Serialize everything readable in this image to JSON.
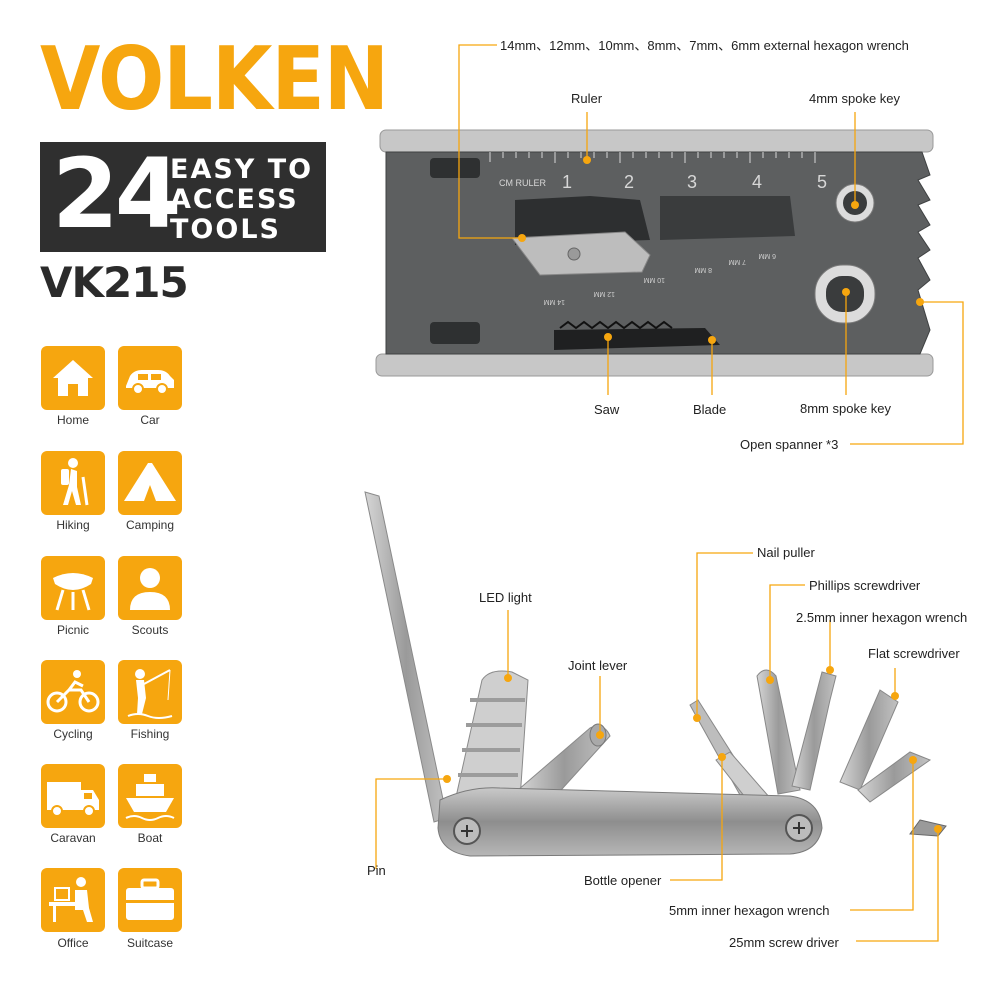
{
  "brand": "VOLKEN",
  "banner": {
    "count": "24",
    "line1": "EASY TO",
    "line2": "ACCESS",
    "line3": "TOOLS"
  },
  "model": "VK215",
  "accent_color": "#f6a60f",
  "uses": [
    {
      "label": "Home",
      "icon": "home-icon"
    },
    {
      "label": "Car",
      "icon": "car-icon"
    },
    {
      "label": "Hiking",
      "icon": "hiking-icon"
    },
    {
      "label": "Camping",
      "icon": "tent-icon"
    },
    {
      "label": "Picnic",
      "icon": "grill-icon"
    },
    {
      "label": "Scouts",
      "icon": "person-icon"
    },
    {
      "label": "Cycling",
      "icon": "cyclist-icon"
    },
    {
      "label": "Fishing",
      "icon": "fisherman-icon"
    },
    {
      "label": "Caravan",
      "icon": "van-icon"
    },
    {
      "label": "Boat",
      "icon": "ship-icon"
    },
    {
      "label": "Office",
      "icon": "office-desk-icon"
    },
    {
      "label": "Suitcase",
      "icon": "suitcase-icon"
    }
  ],
  "ruler_text": "CM RULER",
  "ruler_numbers": [
    "1",
    "2",
    "3",
    "4",
    "5"
  ],
  "wrench_marks": [
    "14 MM",
    "12 MM",
    "10 MM",
    "8 MM",
    "7 MM",
    "6 MM"
  ],
  "callouts": {
    "hex_wrench": "14mm、12mm、10mm、8mm、7mm、6mm external hexagon wrench",
    "ruler": "Ruler",
    "spoke4": "4mm spoke key",
    "saw": "Saw",
    "blade": "Blade",
    "spoke8": "8mm spoke key",
    "open_spanner": "Open spanner *3",
    "nail_puller": "Nail puller",
    "phillips": "Phillips screwdriver",
    "inner_hex_25": "2.5mm inner hexagon wrench",
    "flat": "Flat screwdriver",
    "led": "LED light",
    "joint": "Joint lever",
    "pin": "Pin",
    "bottle": "Bottle opener",
    "inner_hex_5": "5mm inner hexagon wrench",
    "screw_25mm": "25mm screw driver"
  }
}
